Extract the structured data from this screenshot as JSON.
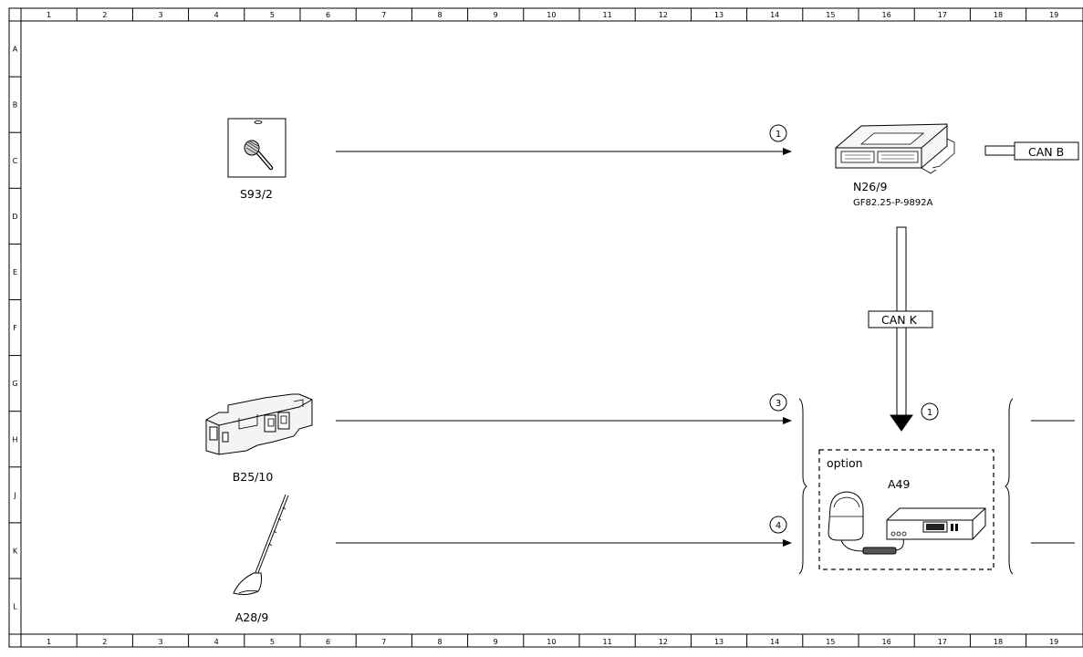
{
  "ruler": {
    "columns": [
      "1",
      "2",
      "3",
      "4",
      "5",
      "6",
      "7",
      "8",
      "9",
      "10",
      "11",
      "12",
      "13",
      "14",
      "15",
      "16",
      "17",
      "18",
      "19"
    ],
    "rows": [
      "A",
      "B",
      "C",
      "D",
      "E",
      "F",
      "G",
      "H",
      "J",
      "K",
      "L"
    ]
  },
  "components": {
    "s93_2": {
      "label": "S93/2"
    },
    "b25_10": {
      "label": "B25/10"
    },
    "a28_9": {
      "label": "A28/9"
    },
    "n26_9": {
      "label": "N26/9",
      "ref": "GF82.25-P-9892A"
    },
    "a49": {
      "label": "A49",
      "option_label": "option"
    }
  },
  "buses": {
    "can_b": "CAN B",
    "can_k": "CAN K"
  },
  "signals": {
    "s1": "1",
    "s1_bus": "1",
    "s3": "3",
    "s4": "4"
  }
}
